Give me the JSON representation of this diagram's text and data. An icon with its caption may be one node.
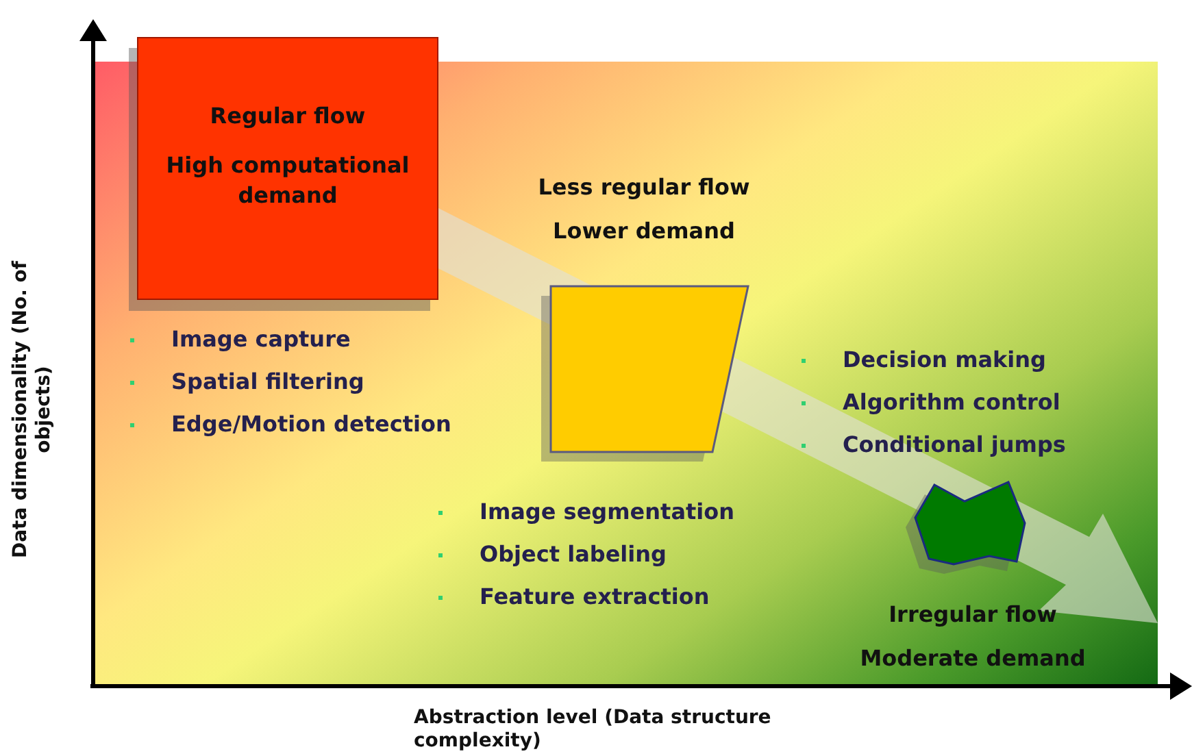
{
  "diagram": {
    "nodes": [
      {
        "text": [
          "Regular flow",
          "High computational demand"
        ]
      },
      {
        "text": [
          "Less regular flow",
          "Lower demand"
        ]
      },
      {
        "text": [
          "Irregular flow",
          "Moderate demand"
        ]
      }
    ],
    "labels": [
      "Image capture",
      "Spatial filtering",
      "Edge/Motion detection",
      "Decision  making",
      "Algorithm control",
      "Conditional jumps",
      "Image segmentation",
      "Object labeling",
      "Feature extraction",
      "Data dimensionality (No. of objects)",
      "Abstraction level (Data structure complexity)"
    ]
  }
}
